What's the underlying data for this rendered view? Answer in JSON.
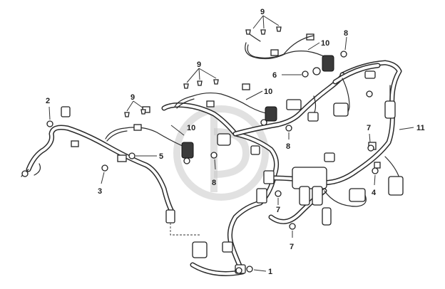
{
  "diagram": {
    "callouts": [
      {
        "id": "c1",
        "label": "1"
      },
      {
        "id": "c2",
        "label": "2"
      },
      {
        "id": "c3",
        "label": "3"
      },
      {
        "id": "c4",
        "label": "4"
      },
      {
        "id": "c5",
        "label": "5"
      },
      {
        "id": "c6",
        "label": "6"
      },
      {
        "id": "c7a",
        "label": "7"
      },
      {
        "id": "c7b",
        "label": "7"
      },
      {
        "id": "c7c",
        "label": "7"
      },
      {
        "id": "c8a",
        "label": "8"
      },
      {
        "id": "c8b",
        "label": "8"
      },
      {
        "id": "c8c",
        "label": "8"
      },
      {
        "id": "c9a",
        "label": "9"
      },
      {
        "id": "c9b",
        "label": "9"
      },
      {
        "id": "c9c",
        "label": "9"
      },
      {
        "id": "c10a",
        "label": "10"
      },
      {
        "id": "c10b",
        "label": "10"
      },
      {
        "id": "c10c",
        "label": "10"
      },
      {
        "id": "c11",
        "label": "11"
      }
    ],
    "colors": {
      "line": "#2b2b2b",
      "watermark": "#c9c9c9",
      "background": "#ffffff"
    }
  }
}
